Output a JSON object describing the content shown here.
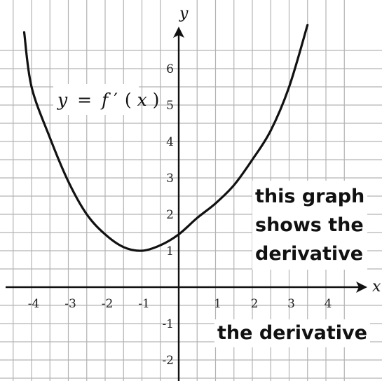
{
  "chart_data": {
    "type": "line",
    "title": "",
    "xlabel": "x",
    "ylabel": "y",
    "xlim": [
      -4.5,
      5
    ],
    "ylim": [
      -2.5,
      7
    ],
    "grid": true,
    "x_ticks": [
      "-4",
      "-3",
      "-2",
      "-1",
      "1",
      "2",
      "3",
      "4"
    ],
    "y_ticks": [
      "-2",
      "-1",
      "1",
      "2",
      "3",
      "4",
      "5",
      "6"
    ],
    "series": [
      {
        "name": "y = f′(x)",
        "x": [
          -4.2,
          -4.0,
          -3.5,
          -3.0,
          -2.5,
          -2.0,
          -1.5,
          -1.0,
          -0.5,
          0.0,
          0.5,
          1.0,
          1.5,
          2.0,
          2.5,
          3.0,
          3.5
        ],
        "y": [
          7.0,
          5.5,
          4.1,
          2.9,
          2.0,
          1.45,
          1.1,
          1.0,
          1.15,
          1.45,
          1.9,
          2.3,
          2.8,
          3.5,
          4.3,
          5.5,
          7.2
        ]
      }
    ],
    "annotations": {
      "equation": {
        "y": "y",
        "eq": "=",
        "f": "f",
        "prime": "′",
        "lp": "(",
        "x": "x",
        "rp": ")"
      },
      "note_top": "this graph\nshows the\nderivative",
      "note_bottom": "the derivative"
    }
  }
}
